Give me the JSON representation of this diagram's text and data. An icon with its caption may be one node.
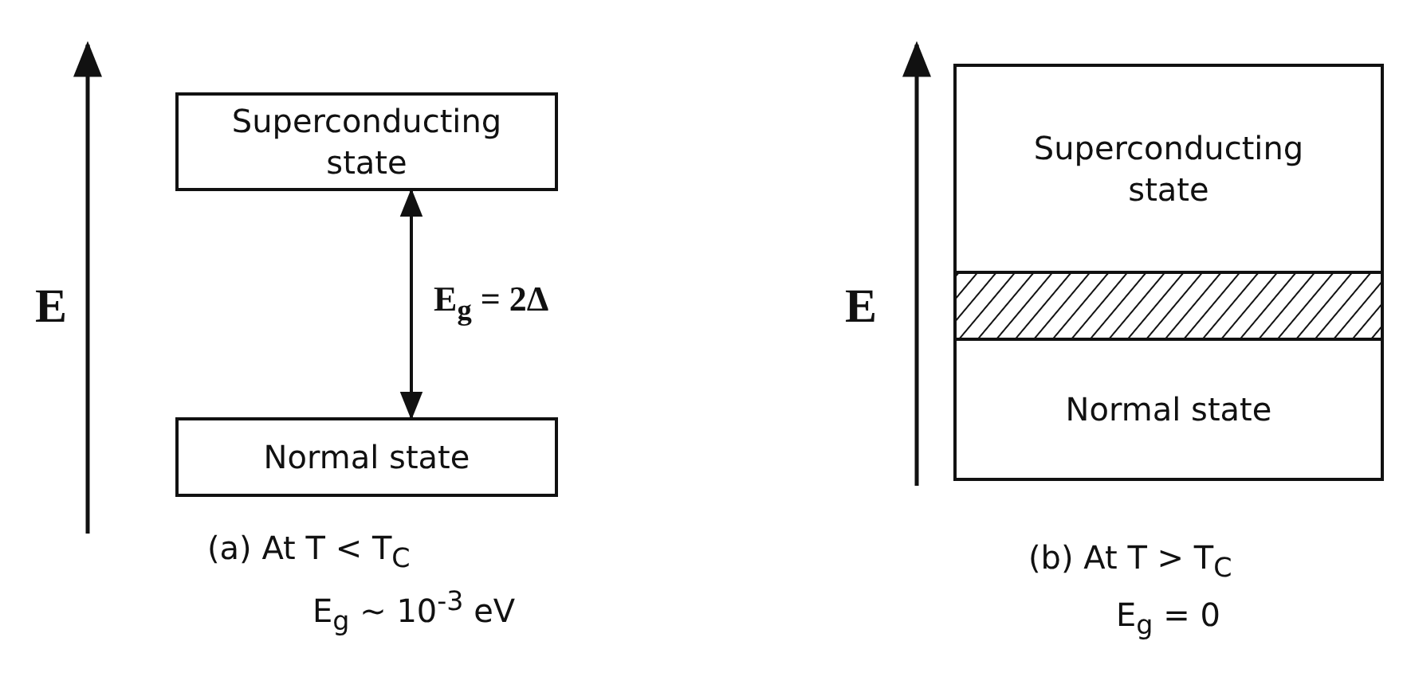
{
  "diagram": {
    "nodes": [
      {
        "text": [
          "Superconducting state"
        ]
      },
      {
        "text": [
          "Normal state"
        ]
      },
      {
        "text": [],
        "shape": "box"
      },
      {
        "text": [
          "Superconducting state"
        ],
        "in": 2
      },
      {
        "text": [],
        "shape": "bar",
        "in": 2
      },
      {
        "text": [
          "Normal state"
        ],
        "in": 2
      }
    ],
    "edges": [
      {
        "from": 0,
        "to": 1,
        "arrow": "both",
        "label": "E$_{g}$ = 2Δ"
      }
    ],
    "labels": [
      "E",
      "(a) At T < T$_{C}$",
      "E$_{g}$ ~ 10$^{-3}$ eV",
      "E",
      "(b) At T > T$_{C}$",
      "E$_{g}$ = 0"
    ]
  }
}
